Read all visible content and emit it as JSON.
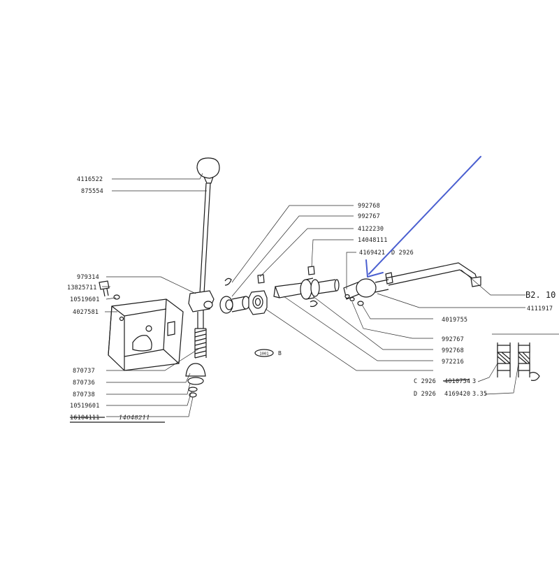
{
  "parts_left": {
    "knob": "4116522",
    "lever": "875554",
    "pivot_pin": "979314",
    "bolt": "13825711",
    "washer": "10519601",
    "bracket": "4027581"
  },
  "parts_bottom_left": {
    "spring": "870737",
    "dust_boot": "870736",
    "cup": "870738",
    "washer": "10519601",
    "nut_struck": "16104111",
    "nut_handwritten": "14048211"
  },
  "parts_top_center": {
    "bush_a": "992768",
    "bush_b": "992767",
    "sleeve": "4122230",
    "clamp_bolt": "14048111",
    "selector": "4169421",
    "selector_variant": "D 2926"
  },
  "parts_right": {
    "section_ref": "B2. 10",
    "rod": "4111917",
    "screw": "4019755",
    "bush_b": "992767",
    "bush_a": "992768",
    "ring": "972216"
  },
  "variants": [
    {
      "code": "C 2926",
      "part": "4010754",
      "value": "3"
    },
    {
      "code": "D 2926",
      "part": "4169420",
      "value": "3.35"
    }
  ],
  "figure_tag": "1001",
  "figure_letter": "B",
  "annotation": {
    "color": "#4a5fd0"
  }
}
